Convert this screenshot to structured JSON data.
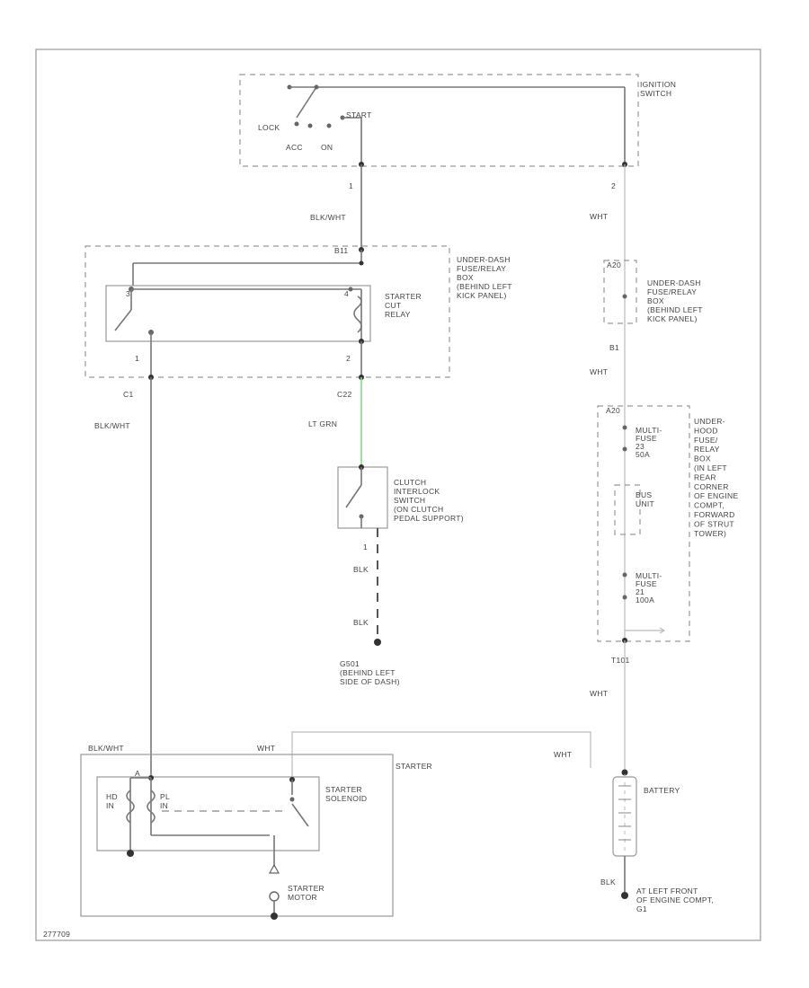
{
  "ignition_switch": {
    "name": "IGNITION\nSWITCH",
    "pos_lock": "LOCK",
    "pos_acc": "ACC",
    "pos_on": "ON",
    "pos_start": "START",
    "pin_left": "1",
    "pin_right": "2"
  },
  "underdash_box_left": {
    "name": "UNDER-DASH\nFUSE/RELAY\nBOX\n(BEHIND LEFT\nKICK PANEL)",
    "connector_top": "B11",
    "pin_left": "1",
    "pin_right": "2",
    "connector_bottom_left": "C1",
    "connector_bottom_right": "C22"
  },
  "starter_cut_relay": {
    "name": "STARTER\nCUT\nRELAY",
    "pin_a": "3",
    "pin_b": "4"
  },
  "clutch_switch": {
    "name": "CLUTCH\nINTERLOCK\nSWITCH\n(ON CLUTCH\nPEDAL SUPPORT)",
    "pin": "1"
  },
  "ground_g501": {
    "name": "G501\n(BEHIND LEFT\nSIDE OF DASH)"
  },
  "underdash_box_right": {
    "name": "UNDER-DASH\nFUSE/RELAY\nBOX\n(BEHIND LEFT\nKICK PANEL)",
    "connector_top": "A20",
    "connector_bottom": "B1"
  },
  "underhood_box": {
    "name": "UNDER-\nHOOD\nFUSE/\nRELAY\nBOX\n(IN LEFT\nREAR\nCORNER\nOF ENGINE\nCOMPT,\nFORWARD\nOF STRUT\nTOWER)",
    "connector_top": "A20",
    "fuse1": "MULTI-\nFUSE\n23\n50A",
    "fuse_unit": "BUS\nUNIT",
    "fuse2": "MULTI-\nFUSE\n21\n100A",
    "connector_bottom": "T101"
  },
  "starter": {
    "name": "STARTER",
    "solenoid": "STARTER\nSOLENOID",
    "motor": "STARTER\nMOTOR",
    "hold_in": "HD\nIN",
    "pull_in": "PL\nIN",
    "pin_a": "A"
  },
  "battery": {
    "name": "BATTERY",
    "ground": "AT LEFT FRONT\nOF ENGINE COMPT,\nG1"
  },
  "wires": {
    "blk_wht_1": "BLK/WHT",
    "wht_1": "WHT",
    "wht_2": "WHT",
    "blk_wht_2": "BLK/WHT",
    "lt_grn": "LT GRN",
    "blk_1": "BLK",
    "blk_2": "BLK",
    "wht_3": "WHT",
    "blk_wht_3": "BLK/WHT",
    "wht_4": "WHT",
    "wht_5": "WHT",
    "blk_3": "BLK"
  },
  "diagram_id": "277709",
  "colors": {
    "lt_grn_wire": "#7fe07f"
  }
}
